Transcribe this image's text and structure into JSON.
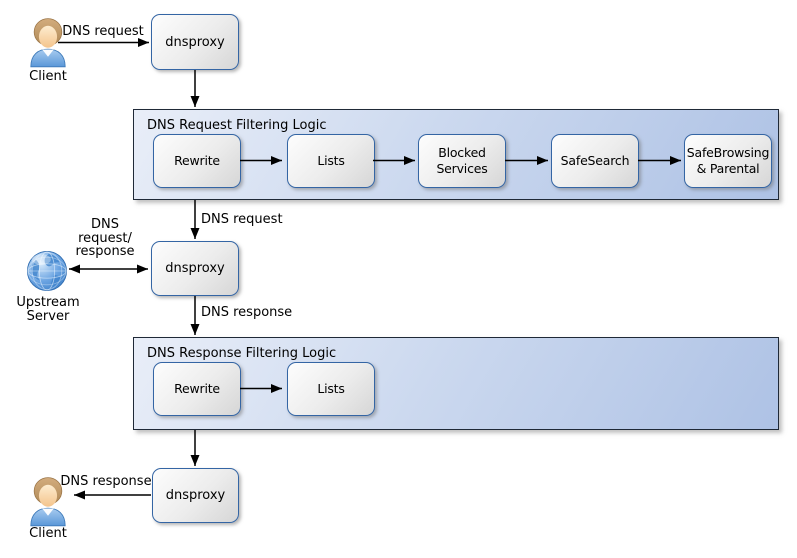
{
  "colors": {
    "background": "#ffffff",
    "arrow": "#000000",
    "text": "#000000",
    "node_border": "#3465a4",
    "node_fill_light": "#fdfdfd",
    "node_fill_dark": "#d6d6d6",
    "container_border": "#1f2937",
    "container_fill_light": "#e9eef8",
    "container_fill_dark": "#aec2e5"
  },
  "nodes": {
    "client_top": {
      "label": "Client",
      "icon": "person-icon"
    },
    "dnsproxy_top": {
      "label": "dnsproxy"
    },
    "dnsproxy_middle": {
      "label": "dnsproxy"
    },
    "dnsproxy_bottom": {
      "label": "dnsproxy"
    },
    "upstream_server": {
      "label_lines": [
        "Upstream",
        "Server"
      ],
      "icon": "globe-icon"
    },
    "client_bottom": {
      "label": "Client",
      "icon": "person-icon"
    }
  },
  "containers": {
    "request": {
      "title": "DNS Request Filtering Logic",
      "steps": [
        "Rewrite",
        "Lists",
        "Blocked Services",
        "SafeSearch",
        "SafeBrowsing & Parental"
      ]
    },
    "response": {
      "title": "DNS Response Filtering Logic",
      "steps": [
        "Rewrite",
        "Lists"
      ]
    }
  },
  "edge_labels": {
    "client_to_dnsproxy": "DNS request",
    "request_filtered": "DNS request",
    "upstream_exchange_lines": [
      "DNS",
      "request/",
      "response"
    ],
    "response_to_filter": "DNS response",
    "dnsproxy_to_client": "DNS response"
  }
}
